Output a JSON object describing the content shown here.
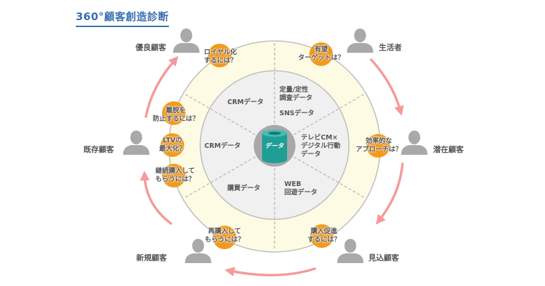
{
  "title": "360°顧客創造診断",
  "colors": {
    "title": "#3a6fb0",
    "outer_ring": "#fdfbe3",
    "inner_disc": "#f0f0f0",
    "ring_stroke": "#bdbdbd",
    "badge": "#f39a1e",
    "arrow": "#f59a9a",
    "person": "#a9a9a9",
    "database": "#1f9e96",
    "database_back": "#a8a8a8"
  },
  "customers": [
    {
      "id": "general-public",
      "label": "生活者"
    },
    {
      "id": "potential-customer",
      "label": "潜在顧客"
    },
    {
      "id": "prospect-customer",
      "label": "見込顧客"
    },
    {
      "id": "new-customer",
      "label": "新規顧客"
    },
    {
      "id": "existing-customer",
      "label": "既存顧客"
    },
    {
      "id": "loyal-customer",
      "label": "優良顧客"
    }
  ],
  "questions": [
    {
      "id": "promising-target",
      "lines": [
        "有望",
        "ターゲットは？"
      ]
    },
    {
      "id": "efficient-approach",
      "lines": [
        "効率的な",
        "アプローチは？"
      ]
    },
    {
      "id": "promote-purchase",
      "lines": [
        "購入促進",
        "するには？"
      ]
    },
    {
      "id": "repurchase",
      "lines": [
        "再購入して",
        "もらうには？"
      ]
    },
    {
      "id": "continued-purchase",
      "lines": [
        "継続購入して",
        "もらうには？"
      ]
    },
    {
      "id": "maximize-ltv",
      "lines": [
        "LTVの",
        "最大化？"
      ]
    },
    {
      "id": "prevent-churn",
      "lines": [
        "離脱を",
        "防止するには？"
      ]
    },
    {
      "id": "make-loyal",
      "lines": [
        "ロイヤル化",
        "するには？"
      ]
    }
  ],
  "data_sources": [
    {
      "id": "survey-sns",
      "lines": [
        "定量/定性",
        "調査データ",
        "",
        "SNSデータ"
      ]
    },
    {
      "id": "tvcm-digital",
      "lines": [
        "テレビCM×",
        "デジタル行動",
        "データ"
      ]
    },
    {
      "id": "web-behavior",
      "lines": [
        "WEB",
        "回遊データ"
      ]
    },
    {
      "id": "purchase",
      "lines": [
        "購買データ"
      ]
    },
    {
      "id": "crm-left",
      "lines": [
        "CRMデータ"
      ]
    },
    {
      "id": "crm-top",
      "lines": [
        "CRMデータ"
      ]
    }
  ],
  "center": {
    "label": "データ",
    "icon": "database-icon"
  }
}
